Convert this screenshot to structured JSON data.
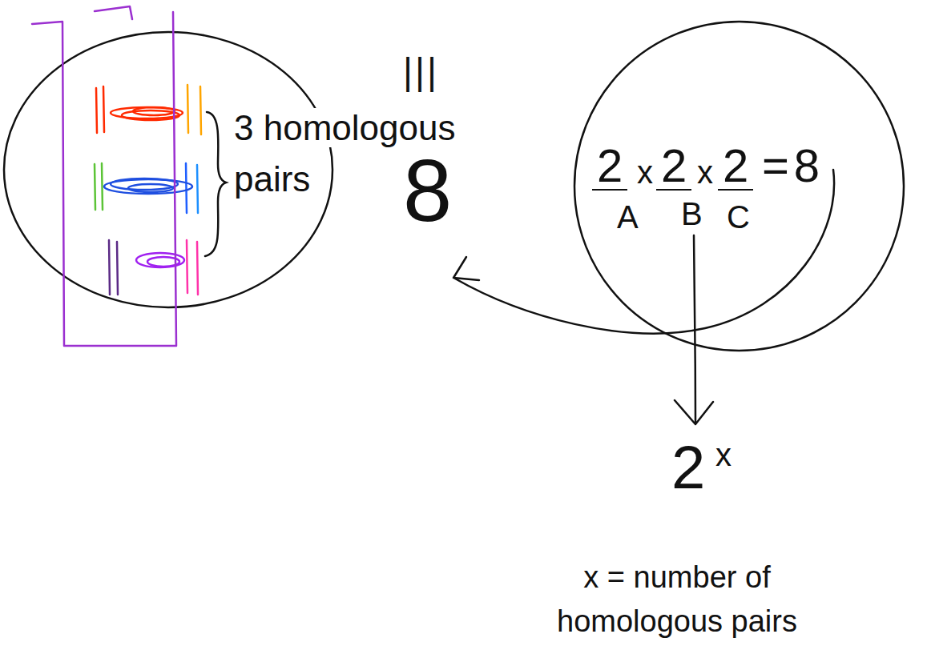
{
  "diagram": {
    "nodes": [
      {
        "text": [
          "2",
          "x",
          "2",
          "x",
          "2",
          "=8",
          "A",
          "B",
          "C"
        ]
      }
    ],
    "labels": [
      "3 homologous pairs",
      "|||",
      "8",
      "2",
      "x",
      "x = number of homologous pairs"
    ]
  }
}
